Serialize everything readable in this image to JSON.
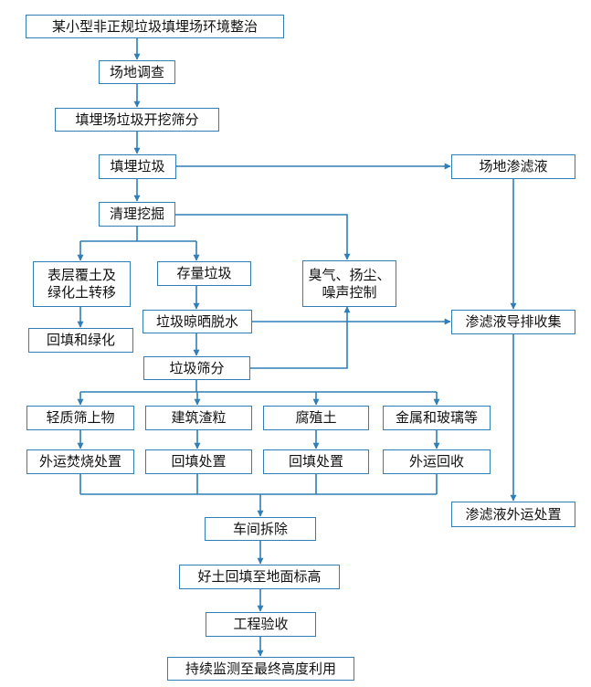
{
  "colors": {
    "line": "#2f7fb6",
    "text": "#111111",
    "background": "#ffffff"
  },
  "nodes": {
    "top": "某小型非正规垃圾填埋场环境整治",
    "site_survey": "场地调查",
    "excavate_screen": "填埋场垃圾开挖筛分",
    "landfill_waste": "填埋垃圾",
    "site_leachate": "场地渗滤液",
    "clean_dig": "清理挖掘",
    "surface_soil_line1": "表层覆土及",
    "surface_soil_line2": "绿化土转移",
    "stock_waste": "存量垃圾",
    "odor_line1": "臭气、扬尘、",
    "odor_line2": "噪声控制",
    "backfill_green": "回填和绿化",
    "dry_dewater": "垃圾晾晒脱水",
    "leachate_collect": "渗滤液导排收集",
    "waste_screen": "垃圾筛分",
    "light_material": "轻质筛上物",
    "building_residue": "建筑渣粒",
    "humus": "腐殖土",
    "metal_glass": "金属和玻璃等",
    "incinerate": "外运焚烧处置",
    "backfill_1": "回填处置",
    "backfill_2": "回填处置",
    "recycle": "外运回收",
    "leachate_external": "渗滤液外运处置",
    "workshop_demolish": "车间拆除",
    "good_soil_backfill": "好土回填至地面标高",
    "acceptance": "工程验收",
    "monitoring": "持续监测至最终高度利用"
  }
}
